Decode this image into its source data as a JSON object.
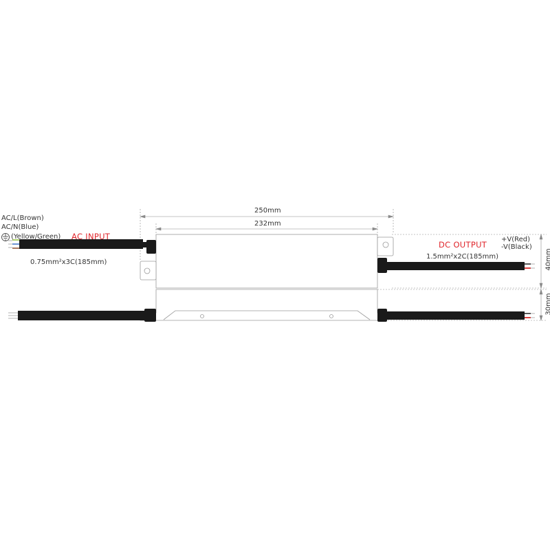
{
  "top_view": {
    "dimension_overall": "250mm",
    "dimension_body": "232mm",
    "dimension_height": "40mm",
    "ac_input": {
      "title": "AC INPUT",
      "wire_l": "AC/L(Brown)",
      "wire_n": "AC/N(Blue)",
      "wire_earth": "(Yellow/Green)",
      "cable_spec": "0.75mm²x3C(185mm)"
    },
    "dc_output": {
      "title": "DC OUTPUT",
      "wire_pos": "+V(Red)",
      "wire_neg": "-V(Black)",
      "cable_spec": "1.5mm²x2C(185mm)"
    }
  },
  "side_view": {
    "dimension_height": "30mm"
  },
  "colors": {
    "accent_red": "#e0262c",
    "cable": "#1a1a1a",
    "outline": "#9a9a9a",
    "wire_brown": "#8b4a2b",
    "wire_blue": "#3a6fc4",
    "wire_yellow_green": "#8fbf3a",
    "wire_red": "#d62a2a"
  }
}
